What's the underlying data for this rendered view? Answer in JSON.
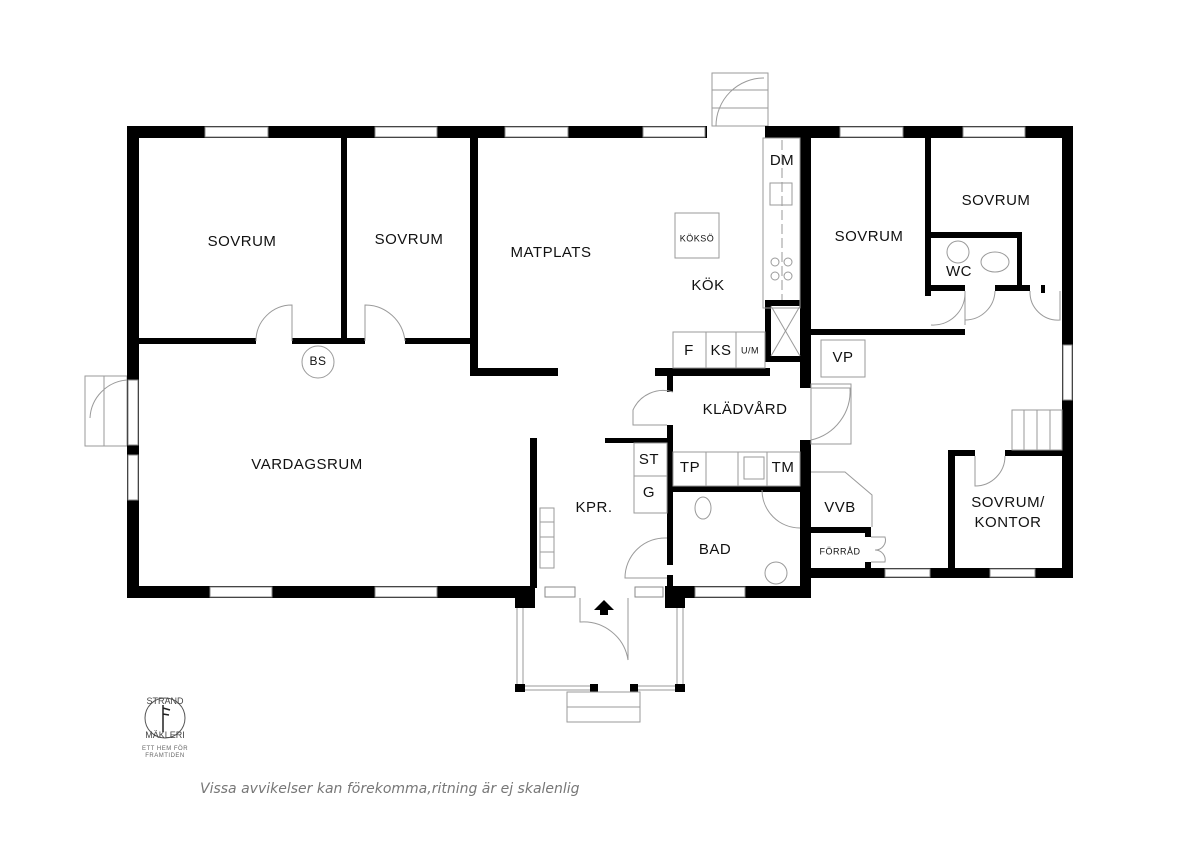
{
  "rooms": {
    "sovrum_1": "SOVRUM",
    "sovrum_2": "SOVRUM",
    "matplats": "MATPLATS",
    "koksö": "KÖKSÖ",
    "kok": "KÖK",
    "dm": "DM",
    "sovrum_3": "SOVRUM",
    "sovrum_4": "SOVRUM",
    "wc": "WC",
    "bs": "BS",
    "f": "F",
    "ks": "KS",
    "um": "U/M",
    "vp": "VP",
    "kladvard": "KLÄDVÅRD",
    "vardagsrum": "VARDAGSRUM",
    "st": "ST",
    "g": "G",
    "tp": "TP",
    "tm": "TM",
    "kpr": "KPR.",
    "vvb": "VVB",
    "forrad": "FÖRRÅD",
    "bad": "BAD",
    "sovrum_kontor_1": "SOVRUM/",
    "sovrum_kontor_2": "KONTOR"
  },
  "logo": {
    "top": "STRAND",
    "bottom": "MÄKLERI",
    "tagline_1": "ETT HEM FÖR",
    "tagline_2": "FRAMTIDEN"
  },
  "disclaimer": "Vissa avvikelser kan förekomma,ritning är ej skalenlig"
}
